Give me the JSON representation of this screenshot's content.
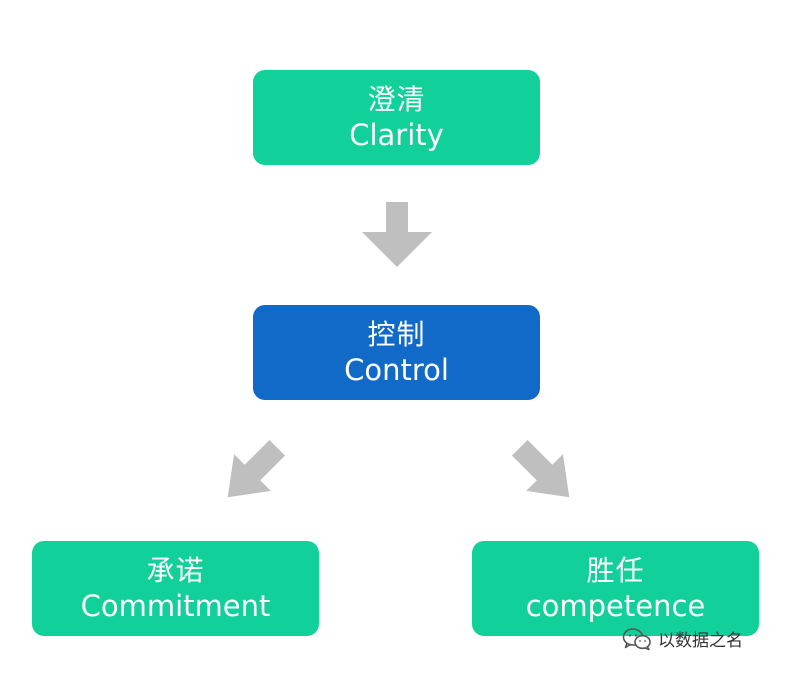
{
  "nodes": {
    "clarity": {
      "zh": "澄清",
      "en": "Clarity",
      "color": "#12d09a"
    },
    "control": {
      "zh": "控制",
      "en": "Control",
      "color": "#1169c8"
    },
    "commitment": {
      "zh": "承诺",
      "en": "Commitment",
      "color": "#12d09a"
    },
    "competence": {
      "zh": "胜任",
      "en": "competence",
      "color": "#12d09a"
    }
  },
  "arrow_color": "#bfbfbf",
  "watermark": {
    "icon": "wechat-icon",
    "text": "以数据之名"
  }
}
